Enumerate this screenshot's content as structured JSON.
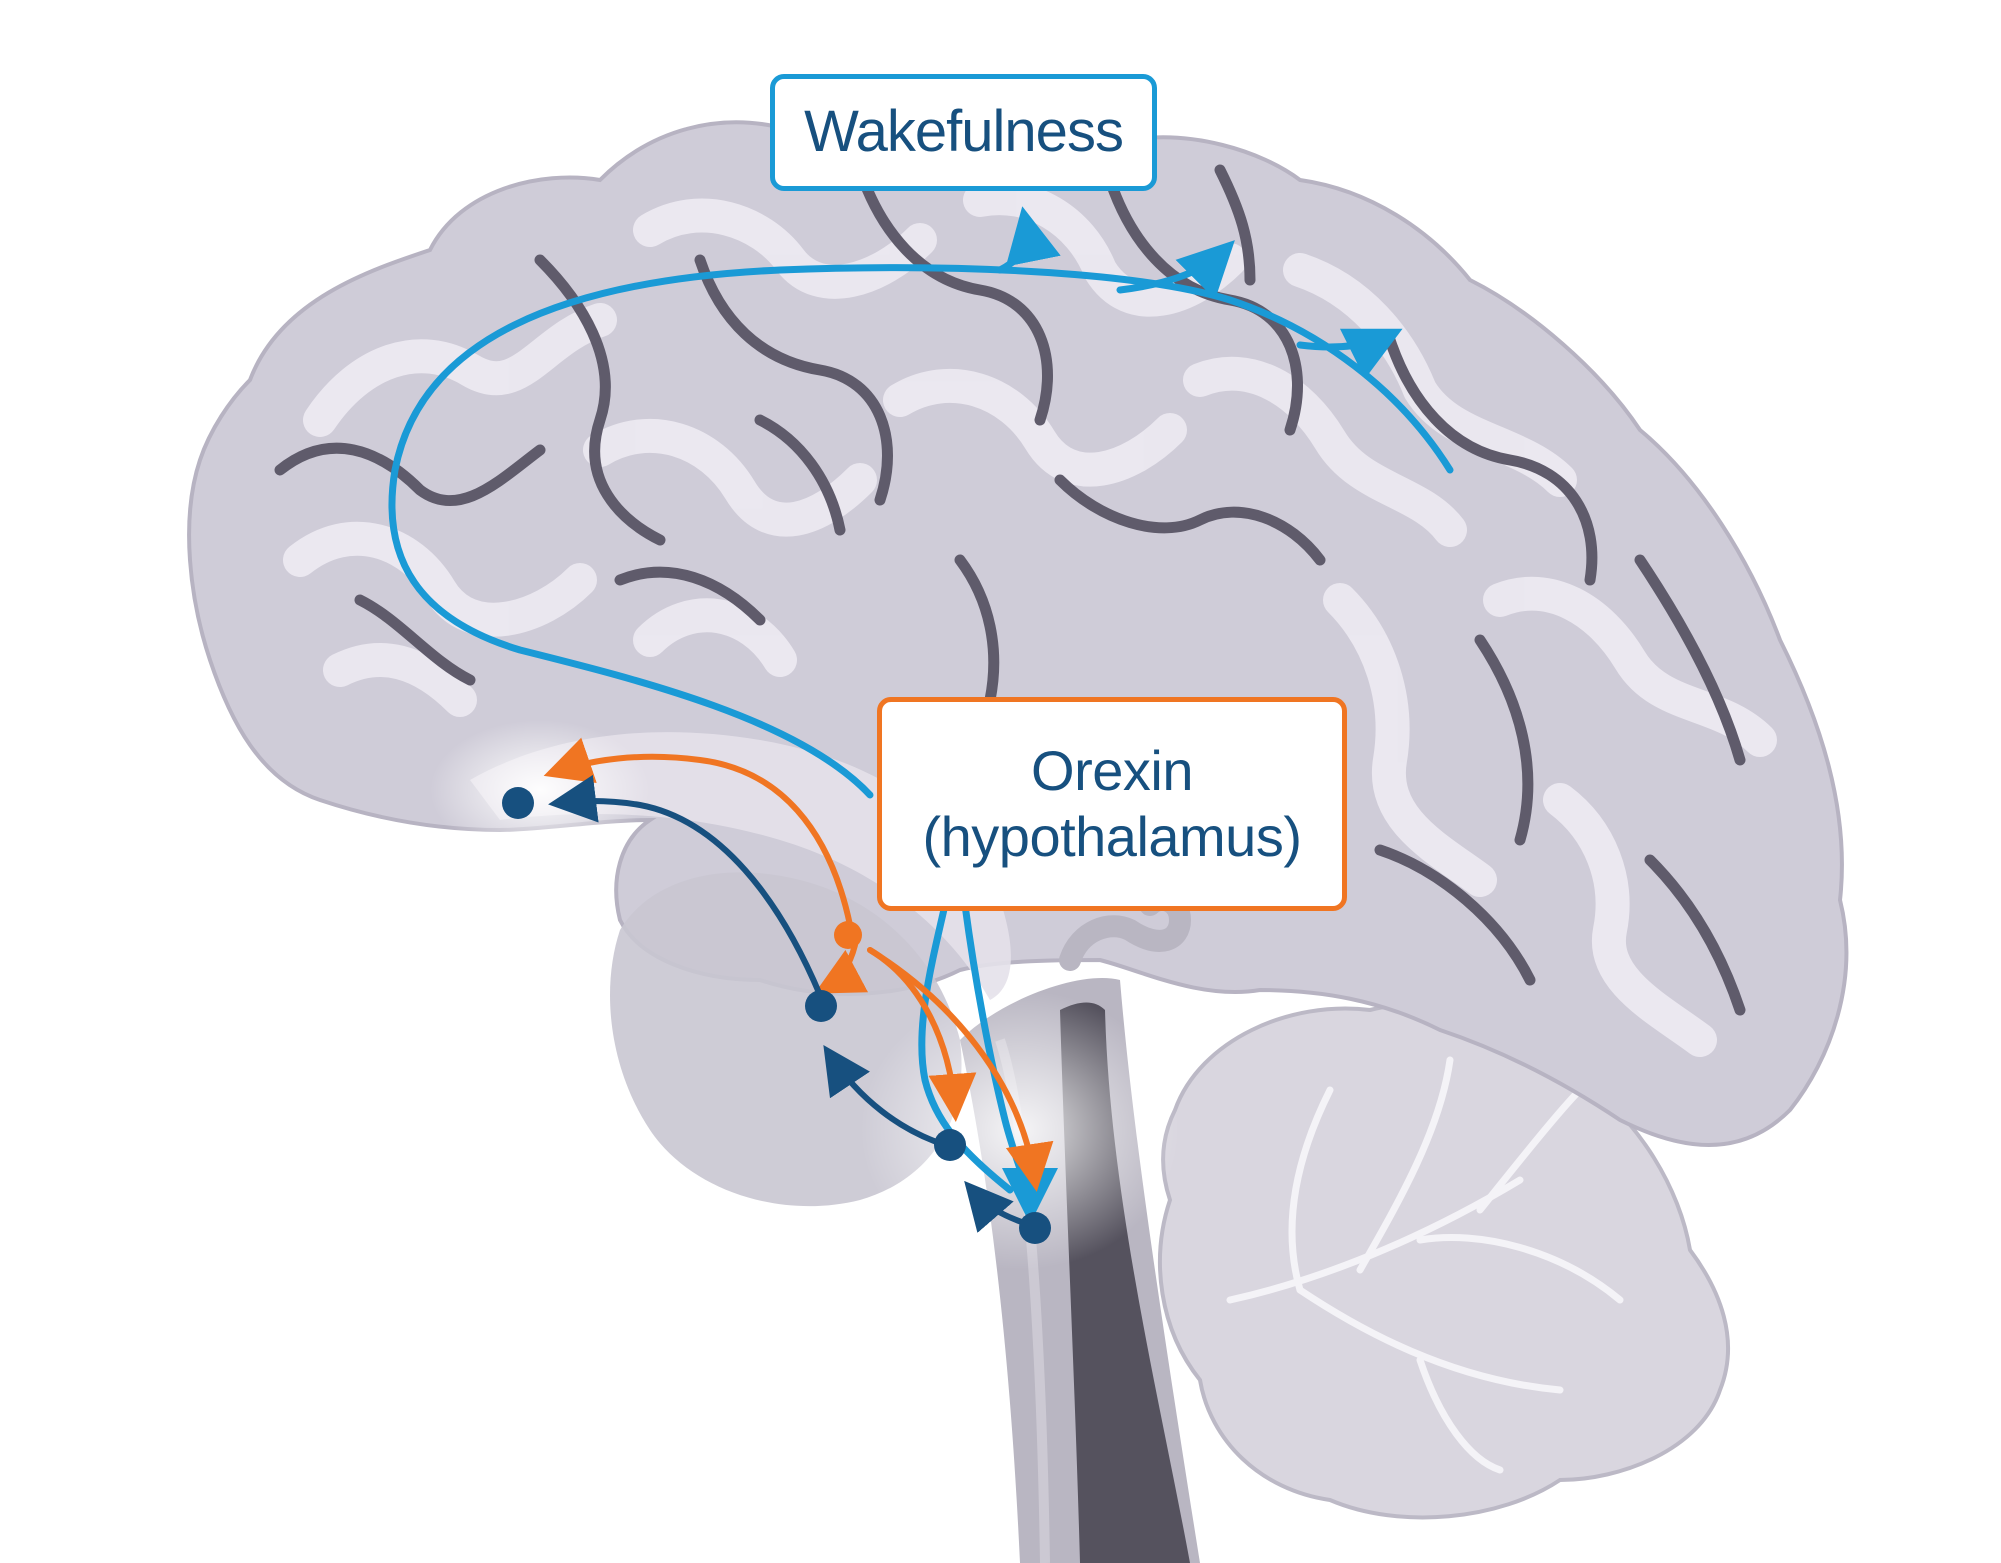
{
  "labels": {
    "wakefulness": "Wakefulness",
    "orexin_line1": "Orexin",
    "orexin_line2": "(hypothalamus)"
  },
  "colors": {
    "wakefulness_pathway": "#1a9ad6",
    "orexin_pathway": "#f07522",
    "nucleus": "#17507f",
    "brain_fill": "#cfccd8",
    "gyri_highlight": "#ece9f1",
    "sulci_shadow": "#5f5b6b",
    "brainstem": "#b9b6c2",
    "brainstem_core": "#55525e",
    "cerebellum": "#d9d6df"
  },
  "icons": {
    "nucleus_marker": "filled-circle",
    "pathway_arrowhead": "triangle-arrowhead"
  }
}
